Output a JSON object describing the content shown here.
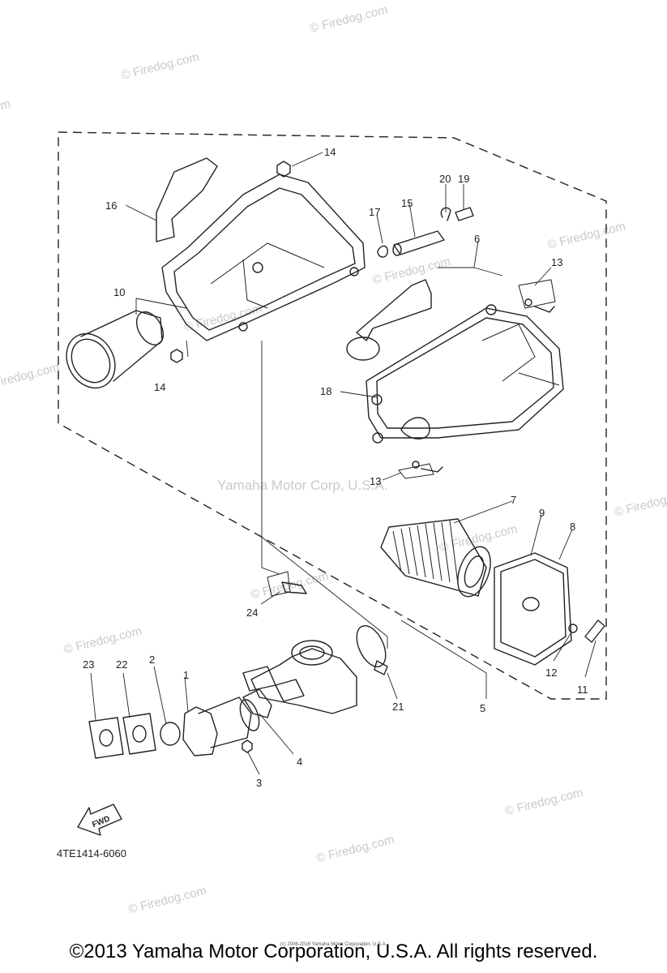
{
  "watermarks": {
    "site": "© Firedog.com",
    "brand": "Yamaha Motor Corp, U.S.A."
  },
  "diagram": {
    "code": "4TE1414-6060",
    "fwd_label": "FWD",
    "callouts": [
      "1",
      "2",
      "3",
      "4",
      "5",
      "6",
      "7",
      "8",
      "9",
      "10",
      "11",
      "12",
      "13",
      "13",
      "14",
      "14",
      "15",
      "16",
      "17",
      "18",
      "19",
      "20",
      "21",
      "22",
      "23",
      "24"
    ]
  },
  "footer": {
    "copyright": "©2013 Yamaha Motor Corporation, U.S.A. All rights reserved.",
    "tiny_note": "(c) 2006-2016 Yamaha Motor Corporation, U.S.A."
  },
  "colors": {
    "ink": "#222222",
    "watermark": "#c9c9c9",
    "background": "#ffffff"
  }
}
